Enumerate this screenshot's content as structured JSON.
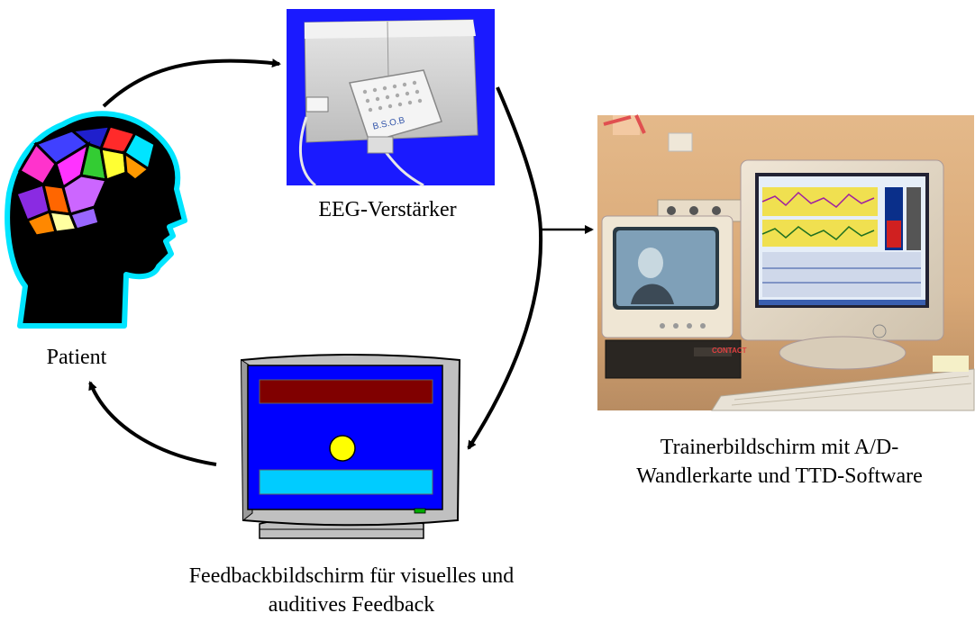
{
  "labels": {
    "patient": "Patient",
    "eeg_amp": "EEG-Verstärker",
    "trainer_line1": "Trainerbildschirm mit A/D-",
    "trainer_line2": "Wandlerkarte und TTD-Software",
    "feedback_line1": "Feedbackbildschirm für visuelles und",
    "feedback_line2": "auditives Feedback",
    "amp_device_text": "B.S.O.B",
    "contact_brand": "CONTACT"
  },
  "colors": {
    "head_outline": "#00e5ff",
    "amp_background": "#1a1aff",
    "feedback_screen": "#0000ff",
    "feedback_top_bar": "#800000",
    "feedback_bottom_bar": "#00ccff",
    "feedback_ball": "#ffff00",
    "monitor_gray": "#c0c0c0"
  },
  "icons": {
    "patient": "patient-head-icon",
    "amplifier": "eeg-amplifier-icon",
    "trainer": "trainer-workstation-photo",
    "feedback": "feedback-monitor-icon"
  }
}
